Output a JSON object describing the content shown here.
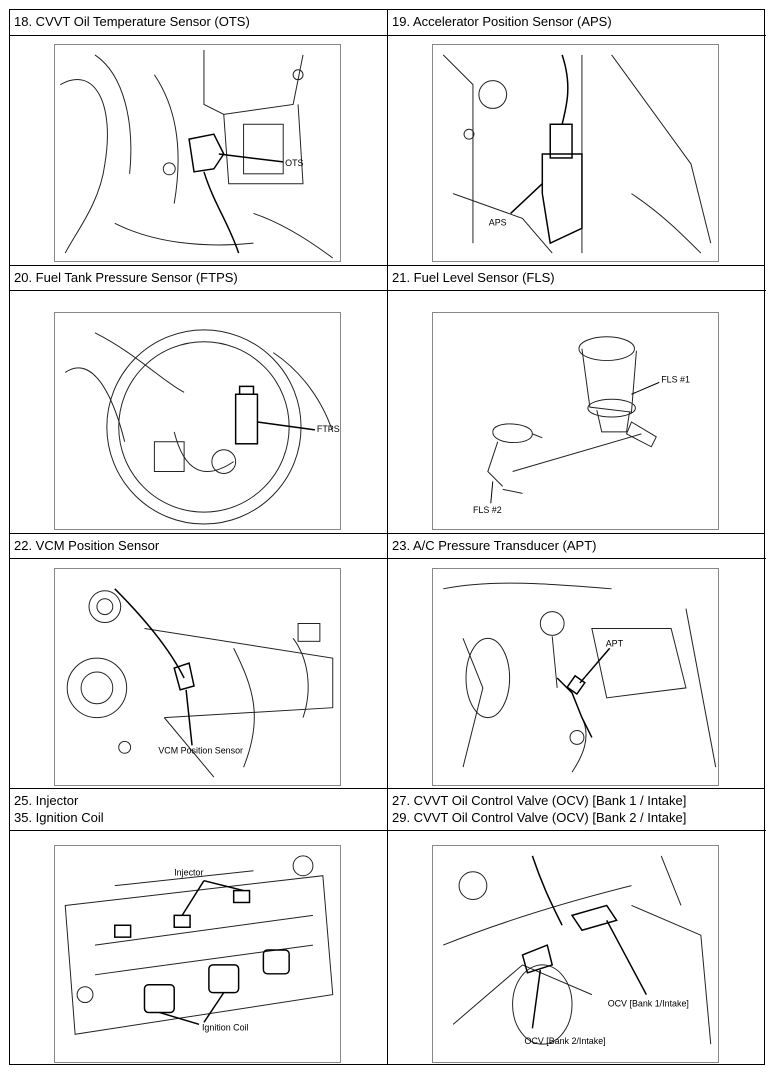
{
  "cells": {
    "ots": {
      "title": "18. CVVT Oil Temperature Sensor (OTS)",
      "callout": "OTS"
    },
    "aps": {
      "title": "19. Accelerator Position Sensor (APS)",
      "callout": "APS"
    },
    "ftps": {
      "title": "20. Fuel Tank Pressure Sensor (FTPS)",
      "callout": "FTPS"
    },
    "fls": {
      "title": "21. Fuel Level Sensor (FLS)",
      "callout_1": "FLS #1",
      "callout_2": "FLS #2"
    },
    "vcm": {
      "title": "22. VCM Position Sensor",
      "callout": "VCM Position Sensor"
    },
    "apt": {
      "title": "23. A/C Pressure Transducer (APT)",
      "callout": "APT"
    },
    "inj": {
      "title_1": "25. Injector",
      "title_2": "35. Ignition Coil",
      "callout_1": "Injector",
      "callout_2": "Ignition Coil"
    },
    "ocv": {
      "title_1": "27. CVVT Oil Control Valve (OCV) [Bank 1 / Intake]",
      "title_2": "29. CVVT Oil Control Valve (OCV) [Bank 2 / Intake]",
      "callout_1": "OCV [Bank 1/Intake]",
      "callout_2": "OCV [Bank 2/Intake]"
    }
  }
}
